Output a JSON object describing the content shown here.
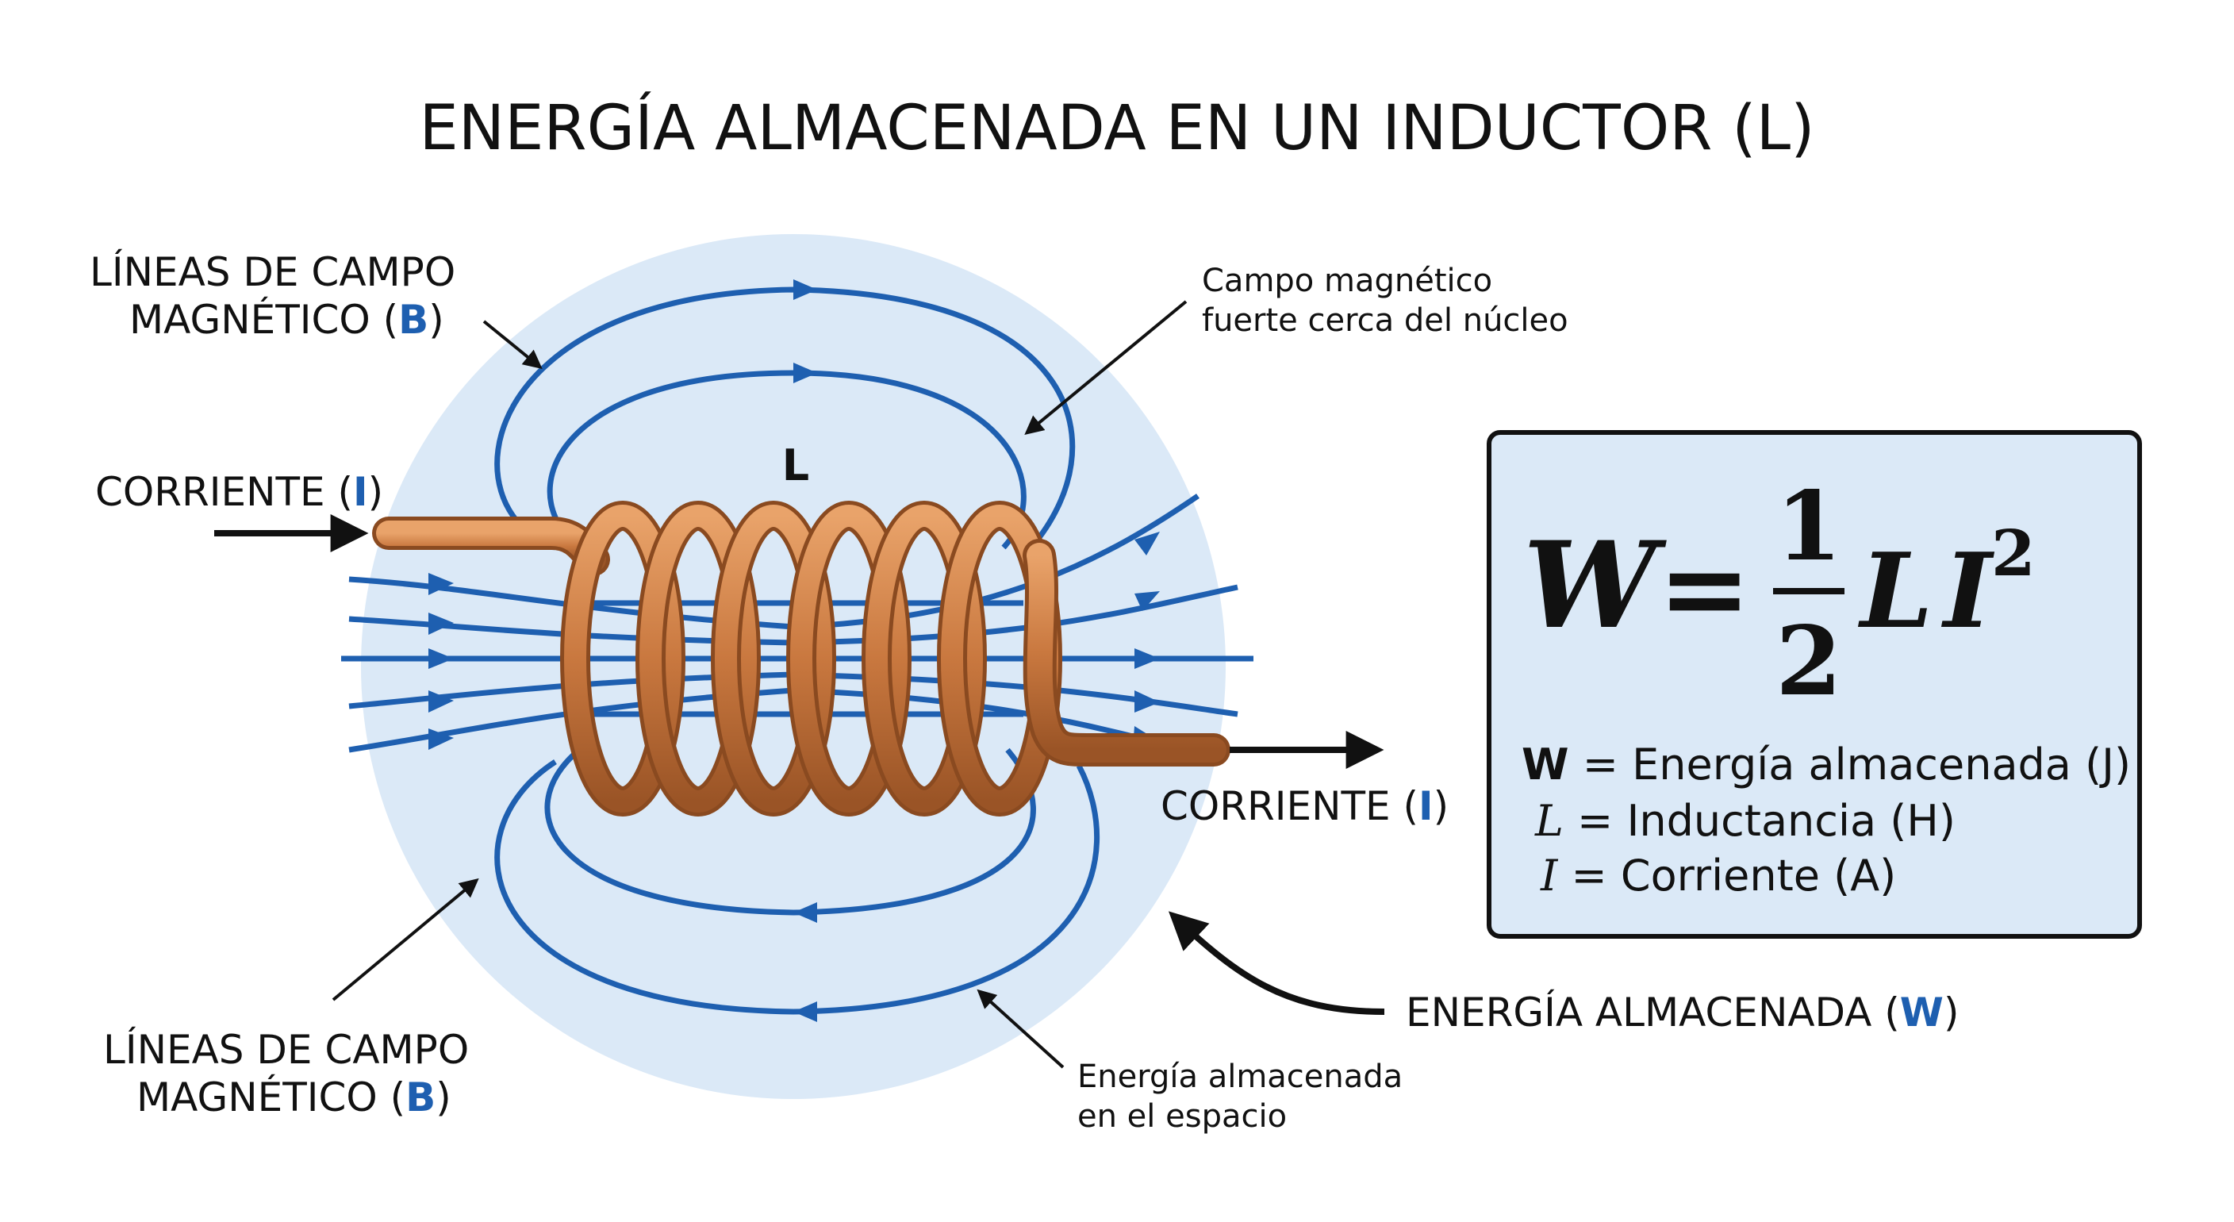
{
  "title": "ENERGÍA ALMACENADA EN UN INDUCTOR (L)",
  "labels": {
    "field_lines_top": {
      "line1": "LÍNEAS DE CAMPO",
      "line2_pre": "MAGNÉTICO (",
      "line2_var": "B",
      "line2_post": ")"
    },
    "field_lines_bottom": {
      "line1": "LÍNEAS DE CAMPO",
      "line2_pre": "MAGNÉTICO (",
      "line2_var": "B",
      "line2_post": ")"
    },
    "current_in": {
      "pre": "CORRIENTE (",
      "var": "I",
      "post": ")"
    },
    "current_out": {
      "pre": "CORRIENTE (",
      "var": "I",
      "post": ")"
    },
    "inductor_label": "L",
    "strong_field": {
      "line1": "Campo magnético",
      "line2": "fuerte cerca del núcleo"
    },
    "energy_space": {
      "line1": "Energía almacenada",
      "line2": "en el espacio"
    },
    "stored_energy": {
      "pre": "ENERGÍA ALMACENADA (",
      "var": "W",
      "post": ")"
    }
  },
  "formula": {
    "lhs": "W",
    "equals": "=",
    "numerator": "1",
    "denominator": "2",
    "term_L": "L",
    "term_I": "I",
    "exponent": "2"
  },
  "legend": [
    {
      "symbol": "W",
      "text": "= Energía almacenada (J)"
    },
    {
      "symbol": "L",
      "text": "= Inductancia (H)"
    },
    {
      "symbol": "I",
      "text": "= Corriente (A)"
    }
  ],
  "colors": {
    "field_line": "#1e5fb0",
    "field_glow": "#dbe9f7",
    "copper": "#c9783f",
    "copper_dark": "#8a4a20",
    "formula_box": "#dbe9f7",
    "accent_var": "#1e5fb0"
  }
}
